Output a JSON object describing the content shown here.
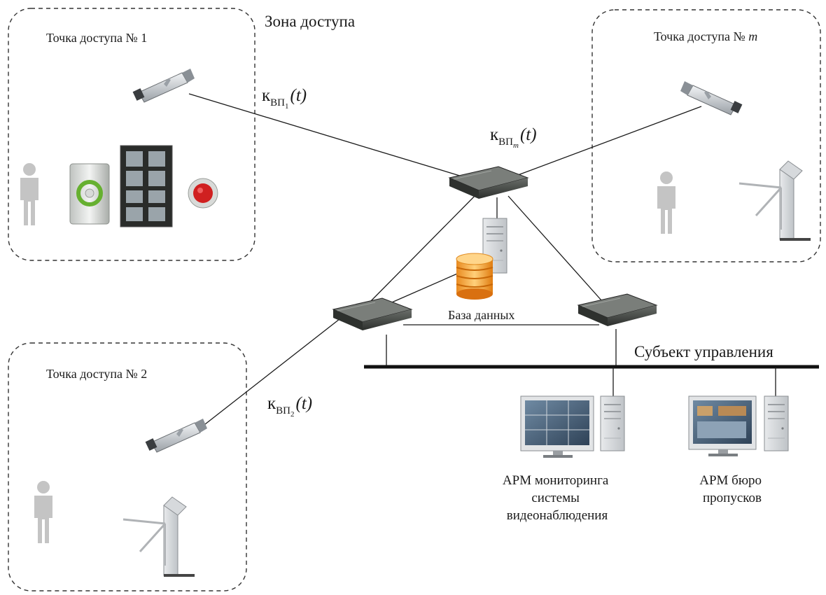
{
  "zone_label": "Зона доступа",
  "access_points": [
    {
      "title_text": "Точка доступа № 1"
    },
    {
      "title_text": "Точка доступа № 2"
    },
    {
      "title_prefix": "Точка доступа № ",
      "title_var": "m"
    }
  ],
  "channels": [
    {
      "symbol": "к",
      "sub": "ВП",
      "subsub": "1",
      "arg": "(t)"
    },
    {
      "symbol": "к",
      "sub": "ВП",
      "subsub": "2",
      "arg": "(t)"
    },
    {
      "symbol": "к",
      "sub": "ВП",
      "subsub": "m",
      "arg": "(t)"
    }
  ],
  "database_label": "База данных",
  "control_subject_label": "Субъект управления",
  "workstations": [
    {
      "lines": [
        "АРМ мониторинга",
        "системы",
        "видеонаблюдения"
      ]
    },
    {
      "lines": [
        "АРМ бюро",
        "пропусков"
      ]
    }
  ],
  "colors": {
    "line": "#1a1a1a",
    "switch_body": "#3a3d3a",
    "database_orange": "#f0a030",
    "person_gray": "#c4c4c4",
    "camera_gray": "#b8bcc0",
    "button_red": "#d02020",
    "reader_green": "#66b030"
  }
}
